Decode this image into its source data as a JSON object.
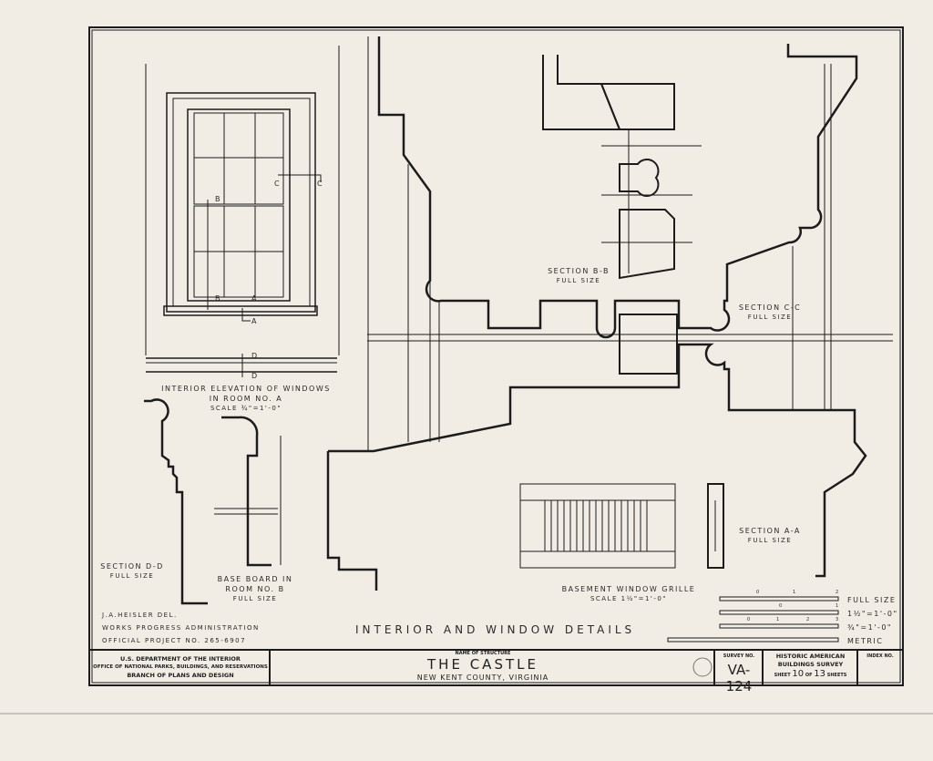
{
  "drawing": {
    "window_elevation": {
      "title": "INTERIOR ELEVATION OF WINDOWS",
      "line2": "IN ROOM NO. A",
      "scale": "SCALE ¾\"=1'-0\""
    },
    "section_dd": {
      "title": "SECTION D-D",
      "scale": "FULL SIZE"
    },
    "base_board": {
      "title": "BASE BOARD IN",
      "line2": "ROOM NO. B",
      "scale": "FULL SIZE"
    },
    "section_bb": {
      "title": "SECTION B-B",
      "scale": "FULL SIZE"
    },
    "section_cc": {
      "title": "SECTION C-C",
      "scale": "FULL SIZE"
    },
    "section_aa": {
      "title": "SECTION A-A",
      "scale": "FULL SIZE"
    },
    "grille": {
      "title": "BASEMENT WINDOW GRILLE",
      "scale": "SCALE 1½\"=1'-0\""
    },
    "sheet_title": "INTERIOR AND WINDOW DETAILS",
    "markers": {
      "a": "A",
      "b": "B",
      "c": "C",
      "d": "D"
    },
    "scales": [
      {
        "label": "FULL SIZE",
        "ticks": [
          "0",
          "1",
          "2"
        ]
      },
      {
        "label": "1½\"=1'-0\"",
        "ticks": [
          "0",
          "1"
        ]
      },
      {
        "label": "¾\"=1'-0\"",
        "ticks": [
          "0",
          "1",
          "2",
          "3"
        ]
      },
      {
        "label": "METRIC",
        "ticks": []
      }
    ],
    "credits": [
      "J.A.HEISLER  DEL.",
      "WORKS PROGRESS ADMINISTRATION",
      "OFFICIAL PROJECT NO. 265-6907"
    ]
  },
  "title_block": {
    "agency": [
      "U.S. DEPARTMENT OF THE INTERIOR",
      "OFFICE OF NATIONAL PARKS, BUILDINGS, AND RESERVATIONS",
      "BRANCH OF PLANS AND DESIGN"
    ],
    "name_label": "NAME OF STRUCTURE",
    "name": "THE CASTLE",
    "location": "NEW KENT COUNTY, VIRGINIA",
    "survey_label": "SURVEY NO.",
    "survey_no": "VA-124",
    "habs": [
      "HISTORIC AMERICAN",
      "BUILDINGS SURVEY"
    ],
    "sheet_prefix": "SHEET",
    "sheet_no": "10",
    "sheet_of": "OF",
    "sheet_total": "13",
    "sheet_suffix": "SHEETS",
    "index_label": "INDEX NO."
  }
}
